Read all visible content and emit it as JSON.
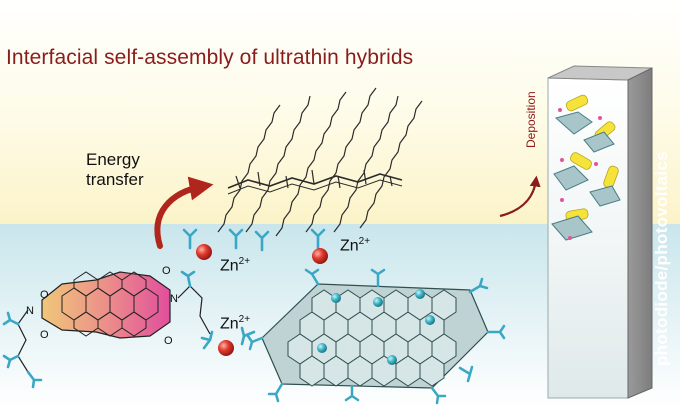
{
  "title": "Interfacial self-assembly of ultrathin hybrids",
  "labels": {
    "energy_line1": "Energy",
    "energy_line2": "transfer",
    "zn_ion": "Zn",
    "zn_charge": "2+",
    "deposition": "Deposition",
    "device": "photodiode/photovoltaics"
  },
  "colors": {
    "title": "#8a1c1c",
    "arrow": "#b0261c",
    "water": "#cfe8ee",
    "air": "#fdf8d8",
    "zn_ball": "#d9342b",
    "ligand": "#3aa7c4",
    "graphene": "#7a9ea0",
    "dye_left": "#e8b86a",
    "dye_right": "#e0569a",
    "device_front": "#8f8f8f",
    "rod": "#f5e33a"
  }
}
